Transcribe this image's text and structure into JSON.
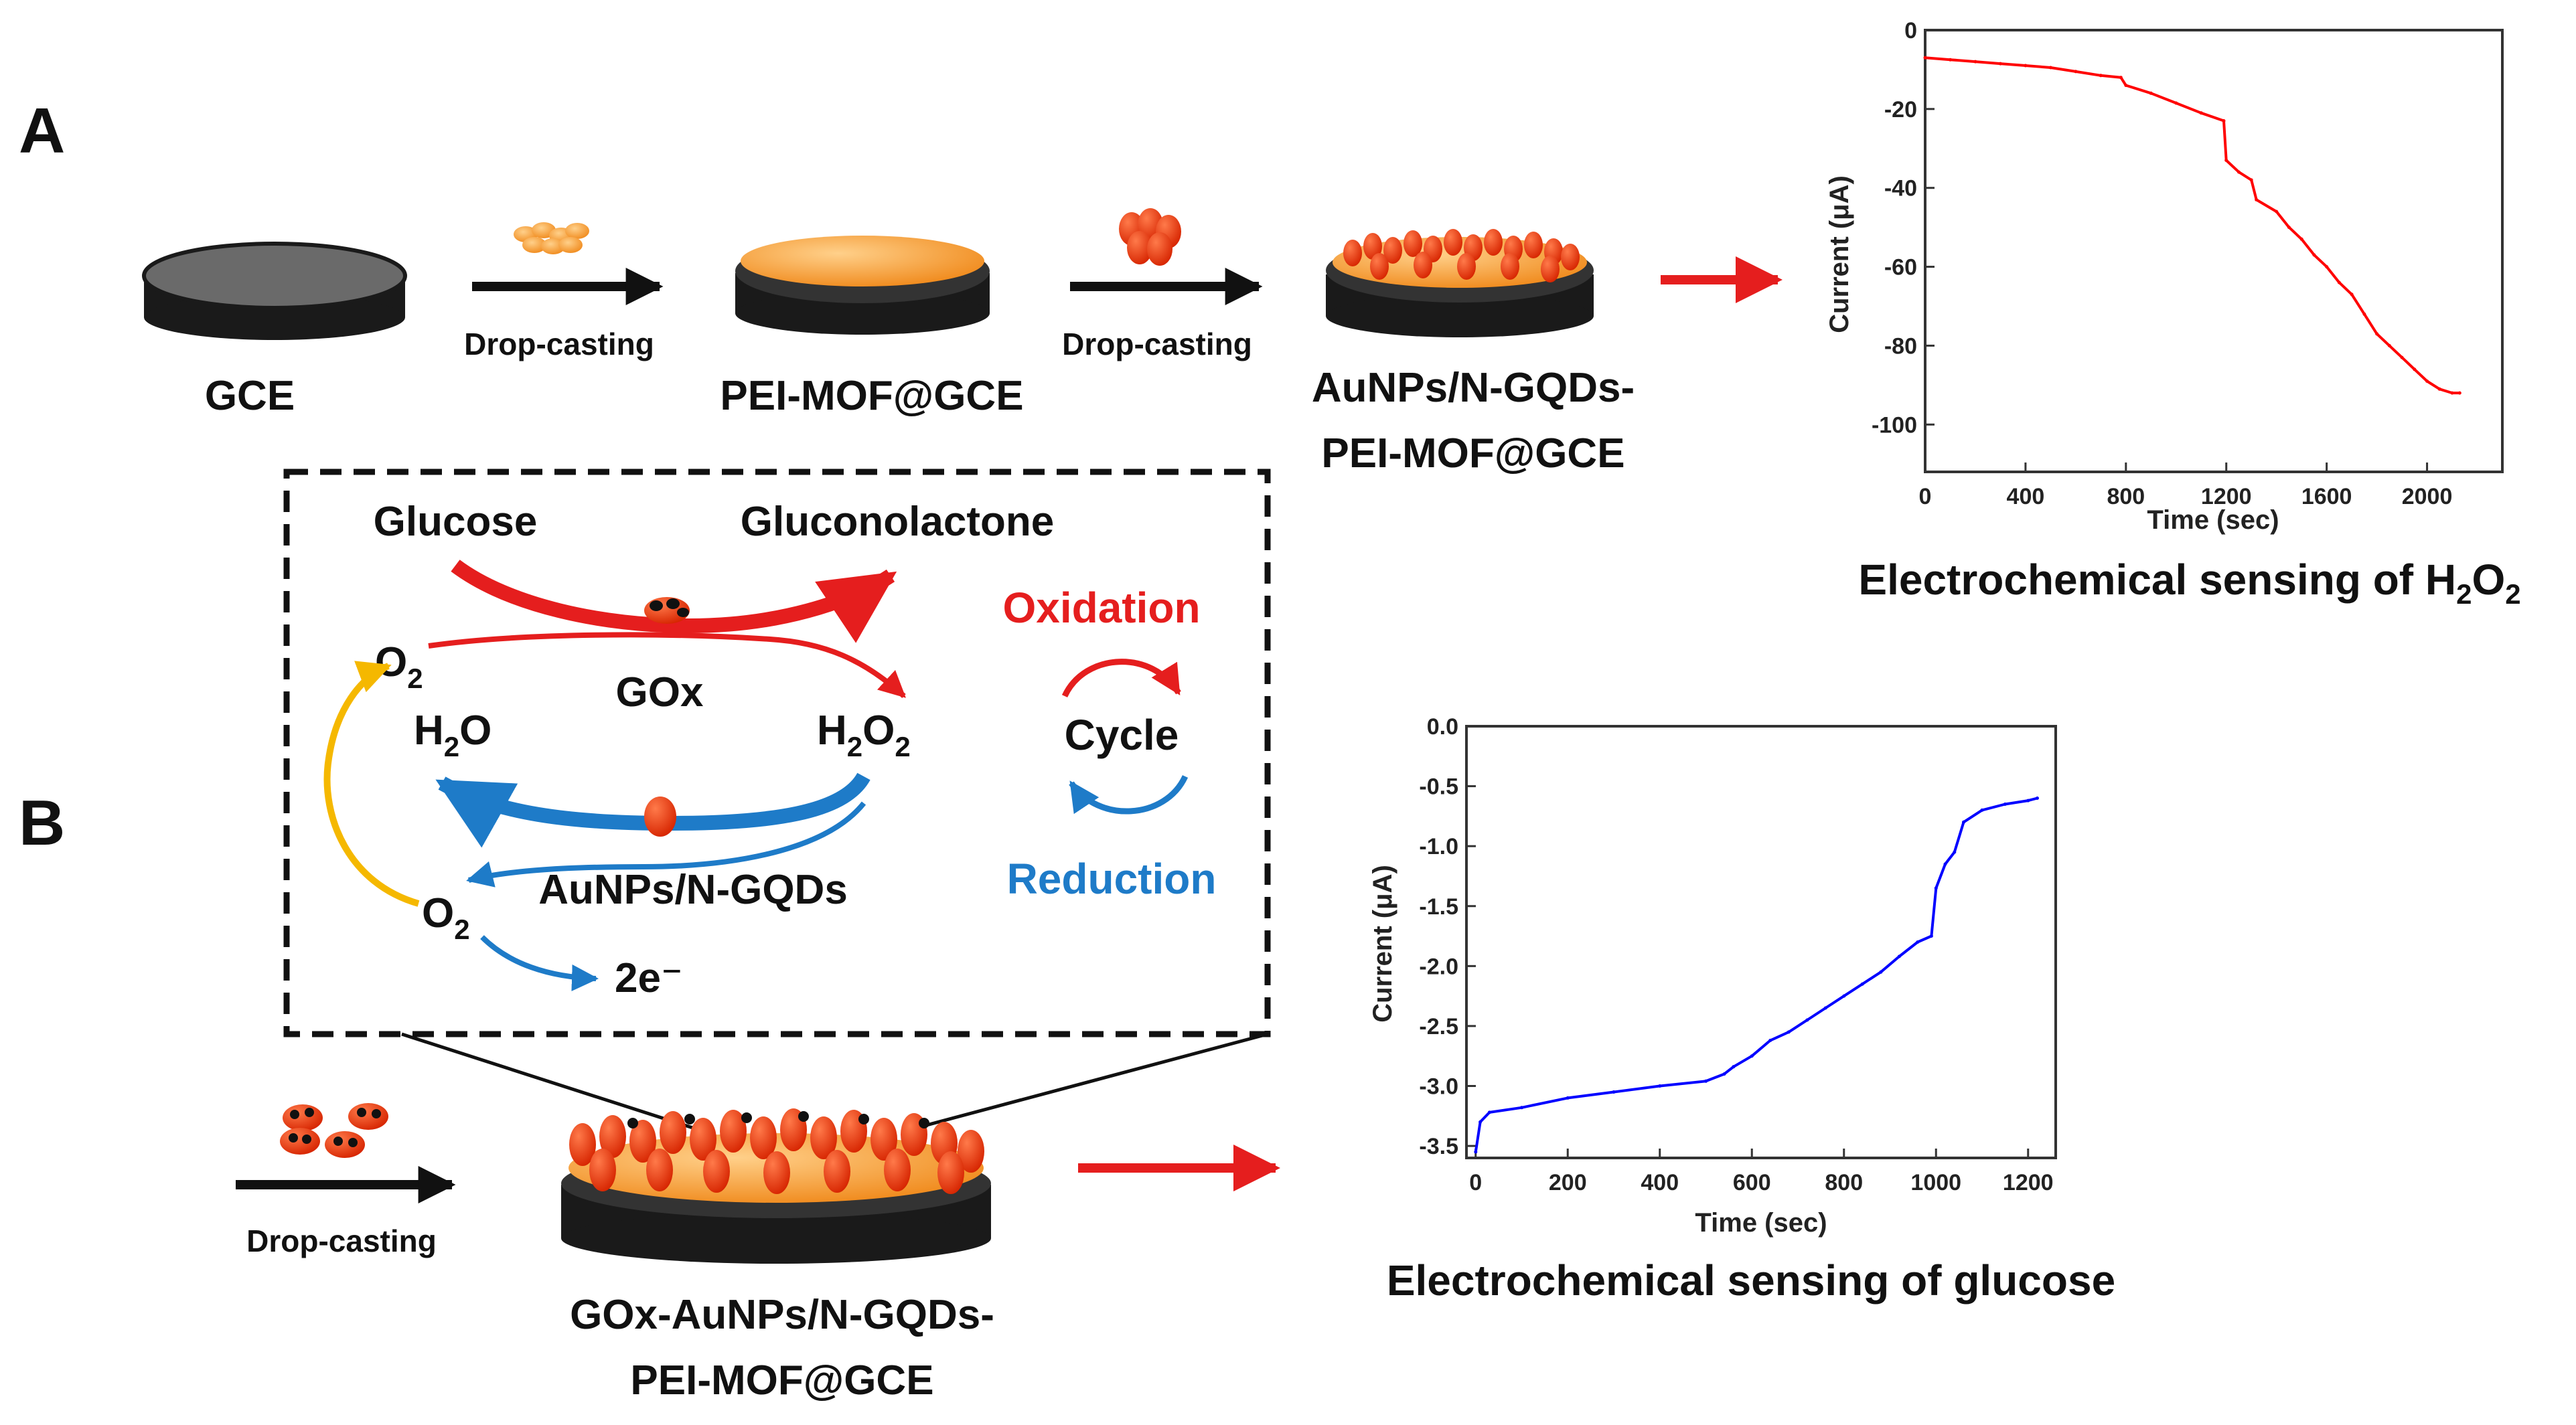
{
  "panels": {
    "a_label": "A",
    "b_label": "B"
  },
  "electrodes": {
    "gce": "GCE",
    "pei_mof_line": "PEI-MOF@GCE",
    "au_line1": "AuNPs/N-GQDs-",
    "au_line2": "PEI-MOF@GCE",
    "gox_line1": "GOx-AuNPs/N-GQDs-",
    "gox_line2": "PEI-MOF@GCE"
  },
  "steps": {
    "drop_casting_1": "Drop-casting",
    "drop_casting_2": "Drop-casting",
    "drop_casting_3": "Drop-casting"
  },
  "scheme": {
    "glucose": "Glucose",
    "gluconolactone": "Gluconolactone",
    "gox": "GOx",
    "o2_top": "O",
    "o2_top_sub": "2",
    "h2o": {
      "a": "H",
      "sub": "2",
      "b": "O"
    },
    "h2o2": {
      "a": "H",
      "sub1": "2",
      "b": "O",
      "sub2": "2"
    },
    "au_catalyst": "AuNPs/N-GQDs",
    "o2_bottom": "O",
    "o2_bottom_sub": "2",
    "electrons": "2e⁻",
    "oxidation": "Oxidation",
    "cycle": "Cycle",
    "reduction": "Reduction"
  },
  "captions": {
    "h2o2_text": "Electrochemical sensing of H",
    "h2o2_sub1": "2",
    "h2o2_mid": "O",
    "h2o2_sub2": "2",
    "glucose": "Electrochemical sensing of glucose"
  },
  "colors": {
    "red": "#e51e1e",
    "blue": "#1e7bc8",
    "orange": "#f7a34a",
    "yellow": "#f5b800",
    "dark": "#1a1a1a",
    "h2o2_trace": "#ff0000",
    "glucose_trace": "#0000ff"
  },
  "chart_data": [
    {
      "type": "line",
      "title": "",
      "xlabel": "Time (sec)",
      "ylabel": "Current (μA)",
      "xlim": [
        0,
        2300
      ],
      "ylim": [
        -112,
        0
      ],
      "xticks": [
        0,
        400,
        800,
        1200,
        1600,
        2000
      ],
      "xtick_labels": [
        "0",
        "400",
        "800",
        "1200",
        "1600",
        "2000"
      ],
      "yticks": [
        0,
        -20,
        -40,
        -60,
        -80,
        -100
      ],
      "ytick_labels": [
        "0",
        "-20",
        "-40",
        "-60",
        "-80",
        "-100"
      ],
      "series": [
        {
          "color": "#ff0000",
          "x": [
            0,
            100,
            200,
            300,
            400,
            500,
            600,
            700,
            780,
            800,
            900,
            1000,
            1100,
            1190,
            1200,
            1250,
            1300,
            1320,
            1400,
            1450,
            1500,
            1550,
            1600,
            1650,
            1700,
            1750,
            1800,
            1850,
            1900,
            1950,
            2000,
            2050,
            2100,
            2130
          ],
          "y": [
            -7,
            -7.5,
            -8,
            -8.5,
            -9,
            -9.5,
            -10.5,
            -11.5,
            -12,
            -14,
            -16,
            -18.5,
            -21,
            -23,
            -33,
            -36,
            -38,
            -43,
            -46,
            -50,
            -53,
            -57,
            -60,
            -64,
            -67,
            -72,
            -77,
            -80,
            -83,
            -86,
            -89,
            -91,
            -92,
            -92
          ]
        }
      ]
    },
    {
      "type": "line",
      "title": "",
      "xlabel": "Time (sec)",
      "ylabel": "Current (μA)",
      "xlim": [
        -20,
        1260
      ],
      "ylim": [
        -3.6,
        0
      ],
      "xticks": [
        0,
        200,
        400,
        600,
        800,
        1000,
        1200
      ],
      "xtick_labels": [
        "0",
        "200",
        "400",
        "600",
        "800",
        "1000",
        "1200"
      ],
      "yticks": [
        0,
        -0.5,
        -1,
        -1.5,
        -2,
        -2.5,
        -3,
        -3.5
      ],
      "ytick_labels": [
        "0.0",
        "-0.5",
        "-1.0",
        "-1.5",
        "-2.0",
        "-2.5",
        "-3.0",
        "-3.5"
      ],
      "series": [
        {
          "color": "#0000ff",
          "x": [
            0,
            10,
            30,
            100,
            200,
            300,
            400,
            500,
            540,
            560,
            600,
            640,
            680,
            720,
            760,
            800,
            840,
            880,
            920,
            960,
            990,
            1000,
            1020,
            1040,
            1060,
            1100,
            1150,
            1200,
            1220
          ],
          "y": [
            -3.55,
            -3.3,
            -3.22,
            -3.18,
            -3.1,
            -3.05,
            -3.0,
            -2.96,
            -2.9,
            -2.84,
            -2.75,
            -2.62,
            -2.55,
            -2.45,
            -2.35,
            -2.25,
            -2.15,
            -2.05,
            -1.92,
            -1.8,
            -1.75,
            -1.35,
            -1.15,
            -1.05,
            -0.8,
            -0.7,
            -0.65,
            -0.62,
            -0.6
          ]
        }
      ]
    }
  ]
}
